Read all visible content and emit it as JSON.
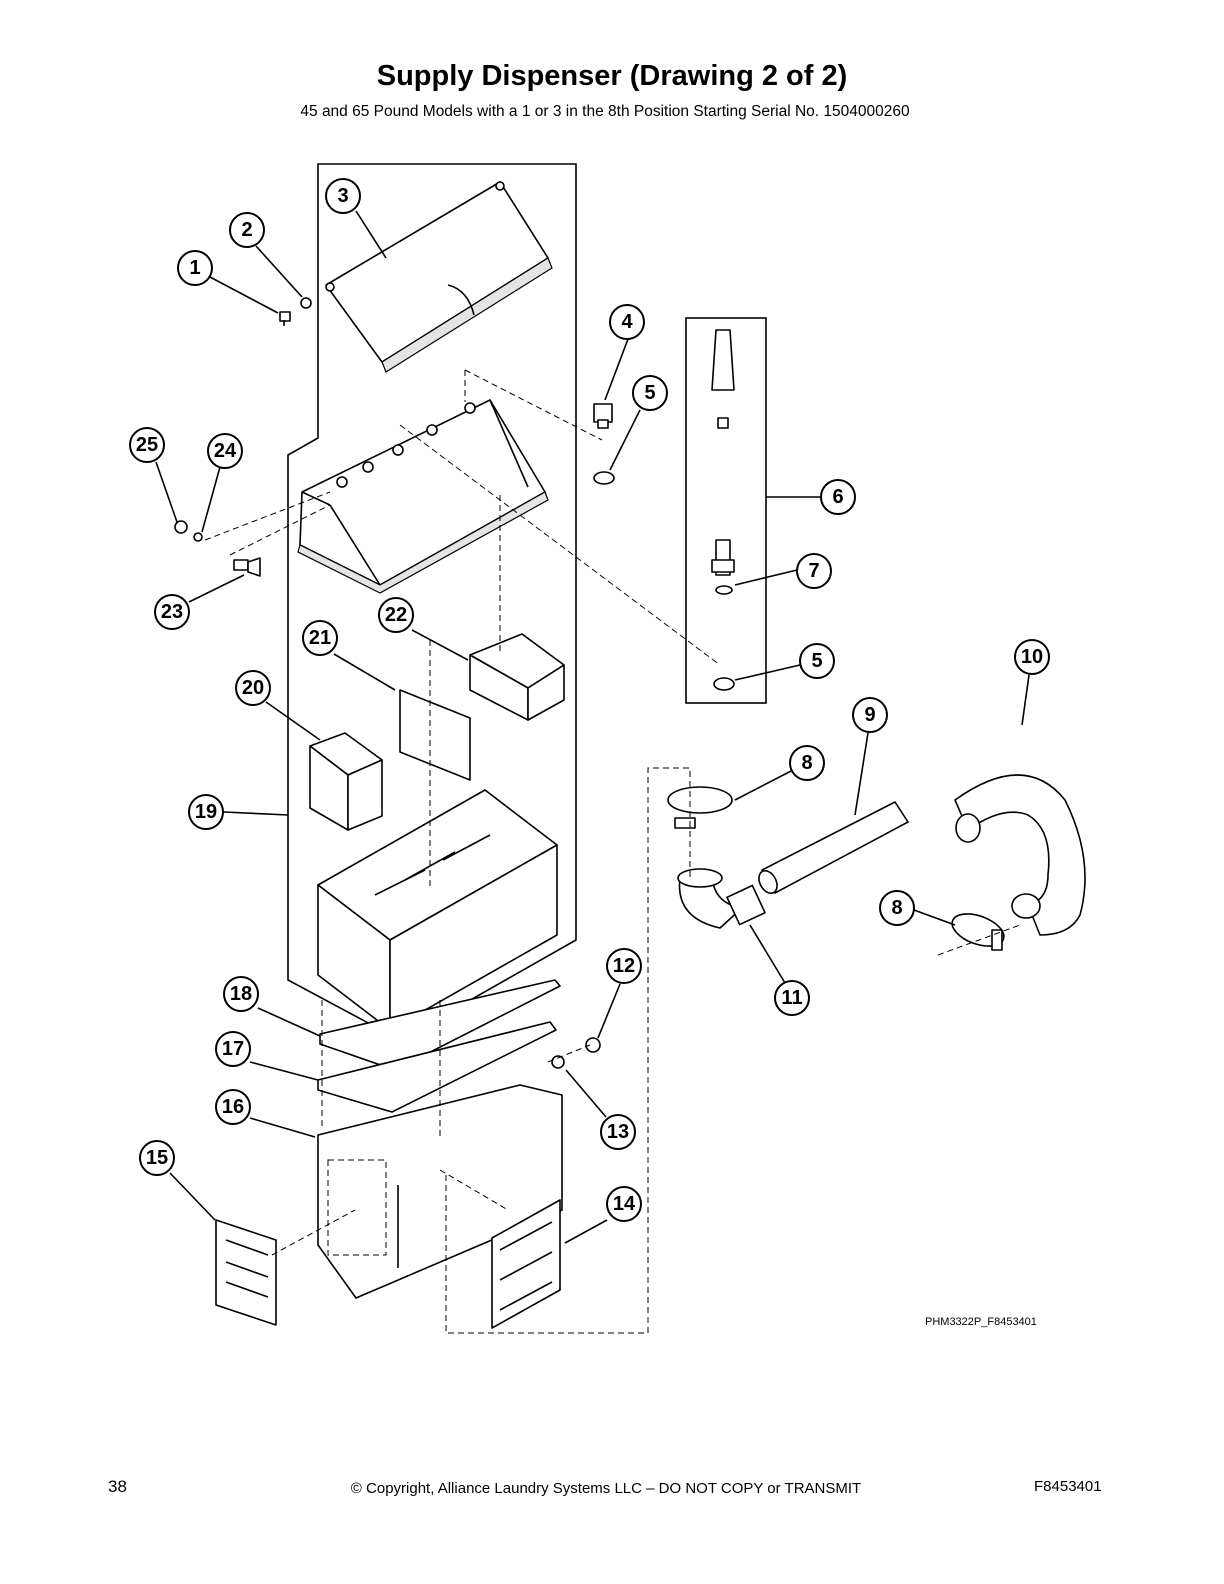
{
  "header": {
    "title": "Supply Dispenser (Drawing 2 of 2)",
    "subtitle": "45 and 65 Pound Models with a 1 or 3 in the 8th Position Starting Serial No. 1504000260"
  },
  "callouts": [
    "1",
    "2",
    "3",
    "4",
    "5",
    "5",
    "6",
    "7",
    "8",
    "8",
    "9",
    "10",
    "11",
    "12",
    "13",
    "14",
    "15",
    "16",
    "17",
    "18",
    "19",
    "20",
    "21",
    "22",
    "23",
    "24",
    "25"
  ],
  "figure_id": "PHM3322P_F8453401",
  "footer": {
    "page_number": "38",
    "copyright": "© Copyright, Alliance Laundry Systems LLC – DO NOT COPY or TRANSMIT",
    "doc_number": "F8453401"
  }
}
